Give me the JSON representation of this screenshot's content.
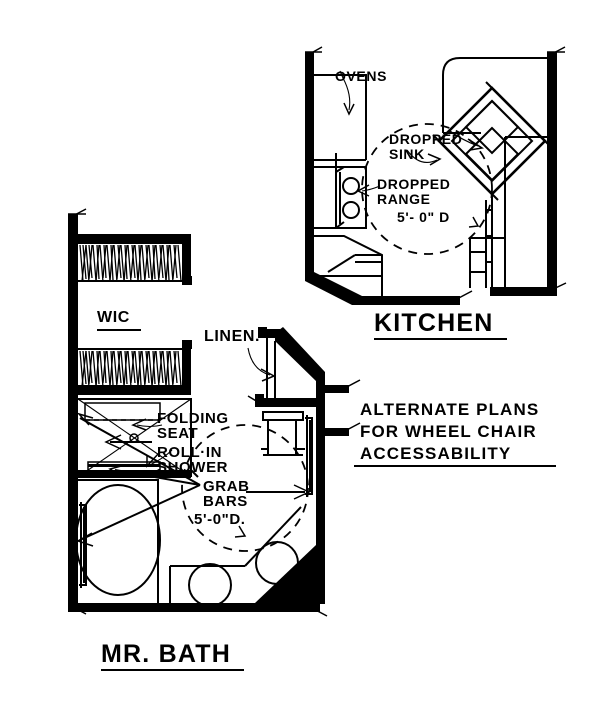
{
  "drawing": {
    "type": "architectural-floor-plan",
    "sheet_note": {
      "line1": "ALTERNATE  PLANS",
      "line2": "FOR WHEEL CHAIR",
      "line3": "ACCESSABILITY"
    },
    "ink_color": "#000000",
    "paper_color": "#ffffff"
  },
  "kitchen": {
    "title": "KITCHEN",
    "labels": {
      "ovens": "OVENS",
      "dropped_sink_l1": "DROPPED",
      "dropped_sink_l2": "SINK",
      "dropped_range_l1": "DROPPED",
      "dropped_range_l2": "RANGE",
      "turn_radius": "5'- 0\" D"
    }
  },
  "bath": {
    "title": "MR. BATH",
    "labels": {
      "wic": "WIC",
      "linen": "LINEN.",
      "folding_seat_l1": "FOLDING",
      "folding_seat_l2": "SEAT",
      "roll_in_shower_l1": "ROLL·IN",
      "roll_in_shower_l2": "SHOWER",
      "grab_bars_l1": "GRAB",
      "grab_bars_l2": "BARS",
      "turn_radius": "5'-0\"D."
    }
  }
}
